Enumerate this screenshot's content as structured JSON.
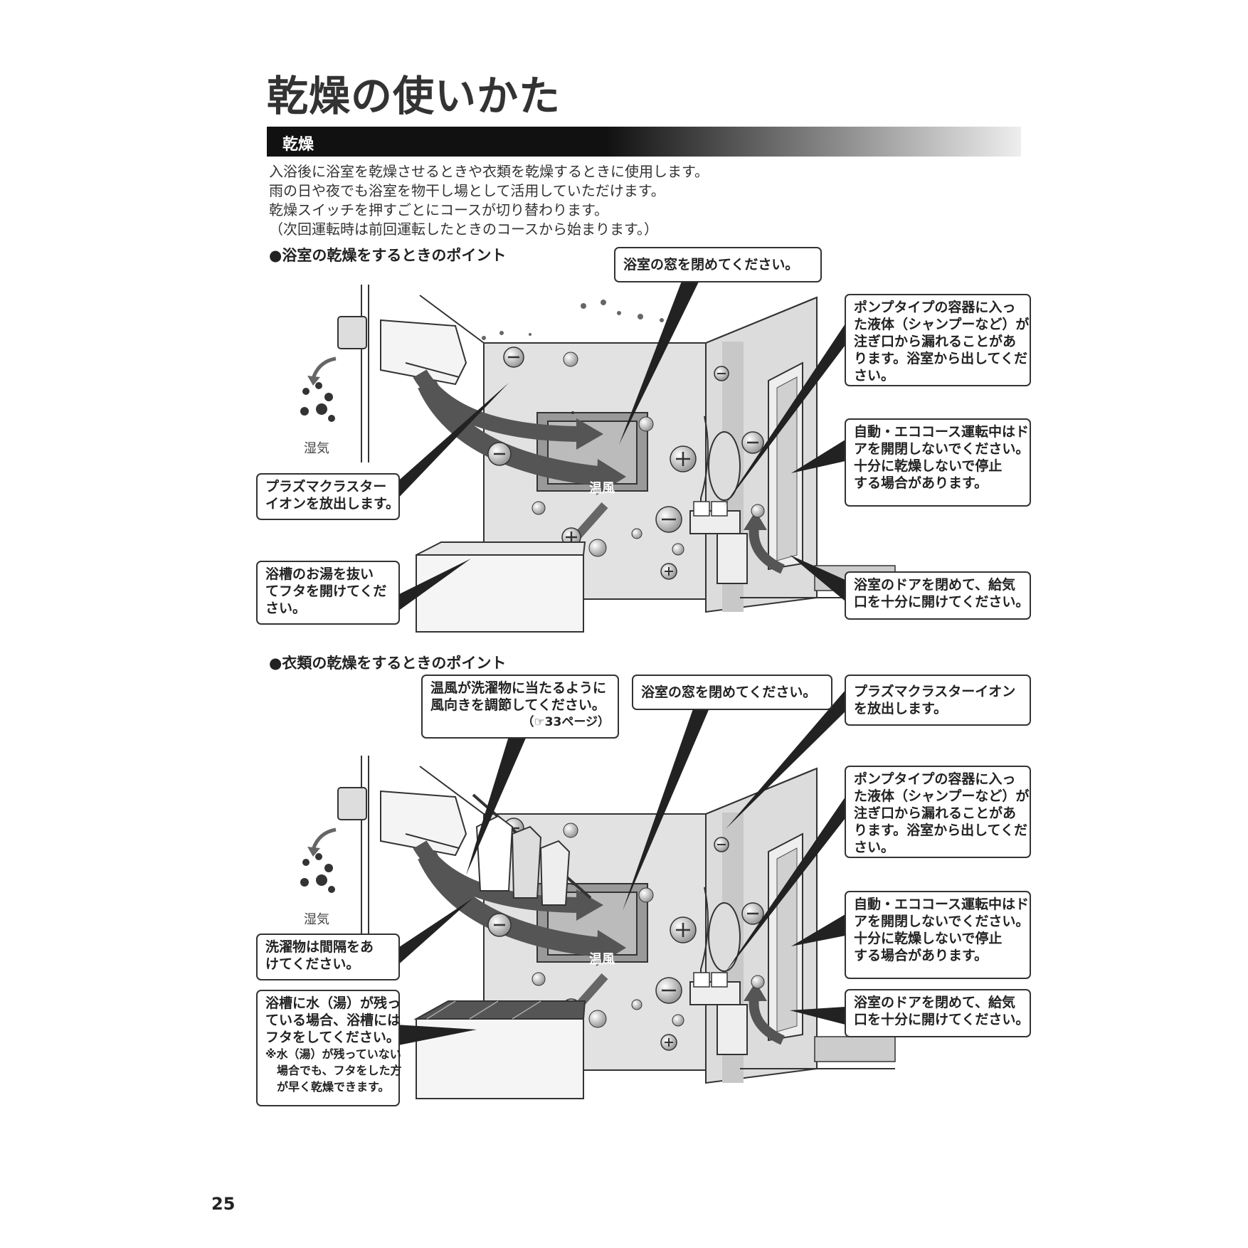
{
  "page": {
    "title": "乾燥の使いかた",
    "section_bar": "乾燥",
    "intro": [
      "入浴後に浴室を乾燥させるときや衣類を乾燥するときに使用します。",
      "雨の日や夜でも浴室を物干し場として活用していただけます。",
      "乾燥スイッチを押すごとにコースが切り替わります。",
      "（次回運転時は前回運転したときのコースから始まります。）"
    ],
    "page_number": "25"
  },
  "bathroom": {
    "heading": "●浴室の乾燥をするときのポイント",
    "window": "浴室の窓を閉めてください。",
    "pump": [
      "ポンプタイプの容器に入っ",
      "た液体（シャンプーなど）が",
      "注ぎ口から漏れることがあ",
      "ります。浴室から出してくだ",
      "さい。"
    ],
    "door_auto": [
      "自動・エココース運転中はド",
      "アを開閉しないでください。",
      "十分に乾燥しないで停止",
      "する場合があります。"
    ],
    "plasma": [
      "プラズマクラスター",
      "イオンを放出します。"
    ],
    "tub": [
      "浴槽のお湯を抜い",
      "てフタを開けてくだ",
      "さい。"
    ],
    "door_close": [
      "浴室のドアを閉めて、給気",
      "口を十分に開けてください。"
    ],
    "label_humidity": "湿気",
    "label_warm_air": "温風"
  },
  "clothes": {
    "heading": "●衣類の乾燥をするときのポイント",
    "wind": [
      "温風が洗濯物に当たるように",
      "風向きを調節してください。"
    ],
    "wind_ref": "（☞33ページ）",
    "window": "浴室の窓を閉めてください。",
    "plasma": [
      "プラズマクラスターイオン",
      "を放出します。"
    ],
    "pump": [
      "ポンプタイプの容器に入っ",
      "た液体（シャンプーなど）が",
      "注ぎ口から漏れることがあ",
      "ります。浴室から出してくだ",
      "さい。"
    ],
    "door_auto": [
      "自動・エココース運転中はド",
      "アを開閉しないでください。",
      "十分に乾燥しないで停止",
      "する場合があります。"
    ],
    "spacing": [
      "洗濯物は間隔をあ",
      "けてください。"
    ],
    "tub_cover": [
      "浴槽に水（湯）が残っ",
      "ている場合、浴槽には",
      "フタをしてください。"
    ],
    "tub_note": [
      "※水（湯）が残っていない",
      "　場合でも、フタをした方",
      "　が早く乾燥できます。"
    ],
    "door_close": [
      "浴室のドアを閉めて、給気",
      "口を十分に開けてください。"
    ],
    "label_humidity": "湿気",
    "label_warm_air": "温風"
  }
}
